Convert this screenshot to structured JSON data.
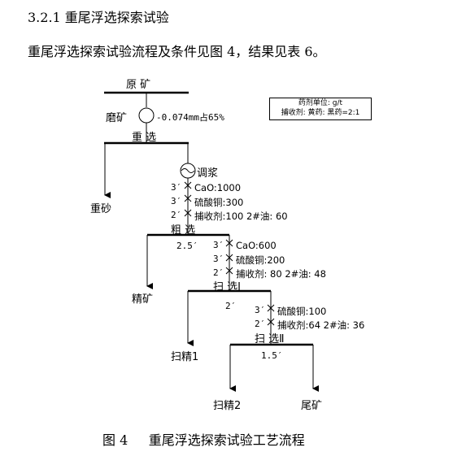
{
  "heading": "3.2.1 重尾浮选探索试验",
  "intro": "重尾浮选探索试验流程及条件见图 4，结果见表 6。",
  "legend": {
    "line1": "药剂单位: g/t",
    "line2": "捕收剂: 黄药: 黑药=2:1"
  },
  "flow": {
    "feed": "原  矿",
    "grind_label": "磨矿",
    "grind_spec": "-0.074mm占65%",
    "gravity": "重  选",
    "slurry": "调浆",
    "heavy_sand": "重砂",
    "rough_reagents": [
      {
        "time": "3′",
        "text": "CaO:1000"
      },
      {
        "time": "3′",
        "text": "硫酸铜:300"
      },
      {
        "time": "2′",
        "text": "捕收剂:100  2#油: 60"
      }
    ],
    "rough": "粗  选",
    "rough_time": "2.5′",
    "concentrate": "精矿",
    "scav1_reagents": [
      {
        "time": "3′",
        "text": "CaO:600"
      },
      {
        "time": "3′",
        "text": "硫酸铜:200"
      },
      {
        "time": "2′",
        "text": "捕收剂: 80   2#油: 48"
      }
    ],
    "scav1": "扫  选Ⅰ",
    "scav1_time": "2′",
    "scav1_conc": "扫精1",
    "scav2_reagents": [
      {
        "time": "3′",
        "text": "硫酸铜:100"
      },
      {
        "time": "2′",
        "text": "捕收剂:64  2#油: 36"
      }
    ],
    "scav2": "扫  选Ⅱ",
    "scav2_time": "1.5′",
    "scav2_conc": "扫精2",
    "tailings": "尾矿"
  },
  "caption": "图 4     重尾浮选探索试验工艺流程"
}
